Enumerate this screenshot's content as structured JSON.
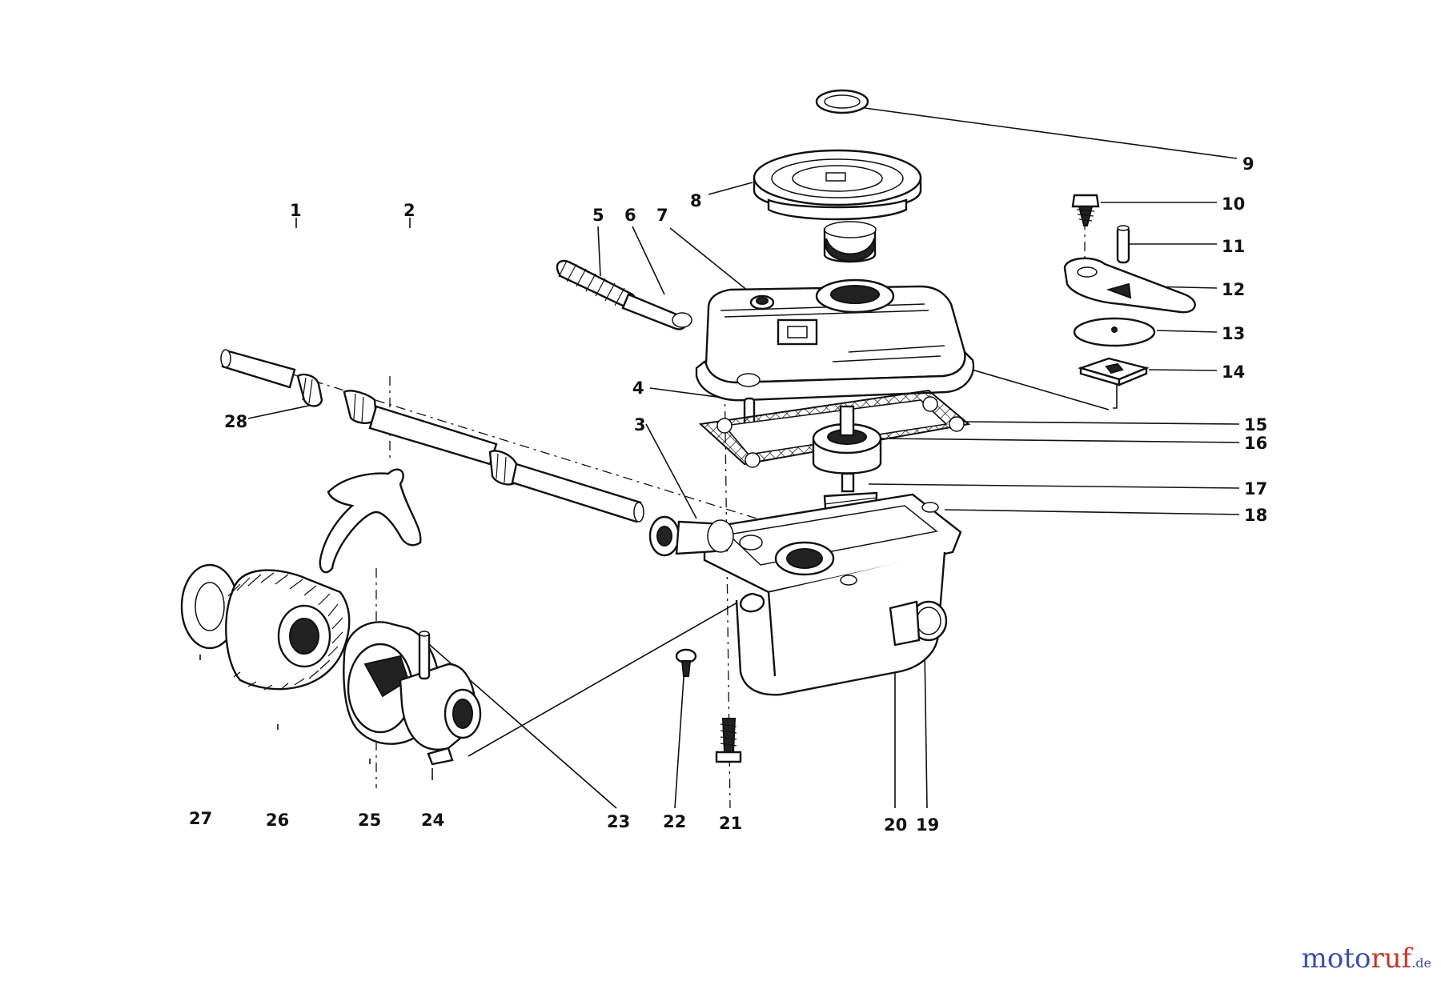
{
  "callouts": [
    {
      "id": "1",
      "label": "1"
    },
    {
      "id": "2",
      "label": "2"
    },
    {
      "id": "3",
      "label": "3"
    },
    {
      "id": "4",
      "label": "4"
    },
    {
      "id": "5",
      "label": "5"
    },
    {
      "id": "6",
      "label": "6"
    },
    {
      "id": "7",
      "label": "7"
    },
    {
      "id": "8",
      "label": "8"
    },
    {
      "id": "9",
      "label": "9"
    },
    {
      "id": "10",
      "label": "10"
    },
    {
      "id": "11",
      "label": "11"
    },
    {
      "id": "12",
      "label": "12"
    },
    {
      "id": "13",
      "label": "13"
    },
    {
      "id": "14",
      "label": "14"
    },
    {
      "id": "15",
      "label": "15"
    },
    {
      "id": "16",
      "label": "16"
    },
    {
      "id": "17",
      "label": "17"
    },
    {
      "id": "18",
      "label": "18"
    },
    {
      "id": "19",
      "label": "19"
    },
    {
      "id": "20",
      "label": "20"
    },
    {
      "id": "21",
      "label": "21"
    },
    {
      "id": "22",
      "label": "22"
    },
    {
      "id": "23",
      "label": "23"
    },
    {
      "id": "24",
      "label": "24"
    },
    {
      "id": "25",
      "label": "25"
    },
    {
      "id": "26",
      "label": "26"
    },
    {
      "id": "27",
      "label": "27"
    },
    {
      "id": "28",
      "label": "28"
    }
  ],
  "watermark": {
    "part1": "moto",
    "part2": "ruf",
    "tld": ".de"
  },
  "colors": {
    "ink": "#111111",
    "background": "#ffffff",
    "watermark_blue": "#3b4fa8",
    "watermark_red": "#c0392b"
  }
}
